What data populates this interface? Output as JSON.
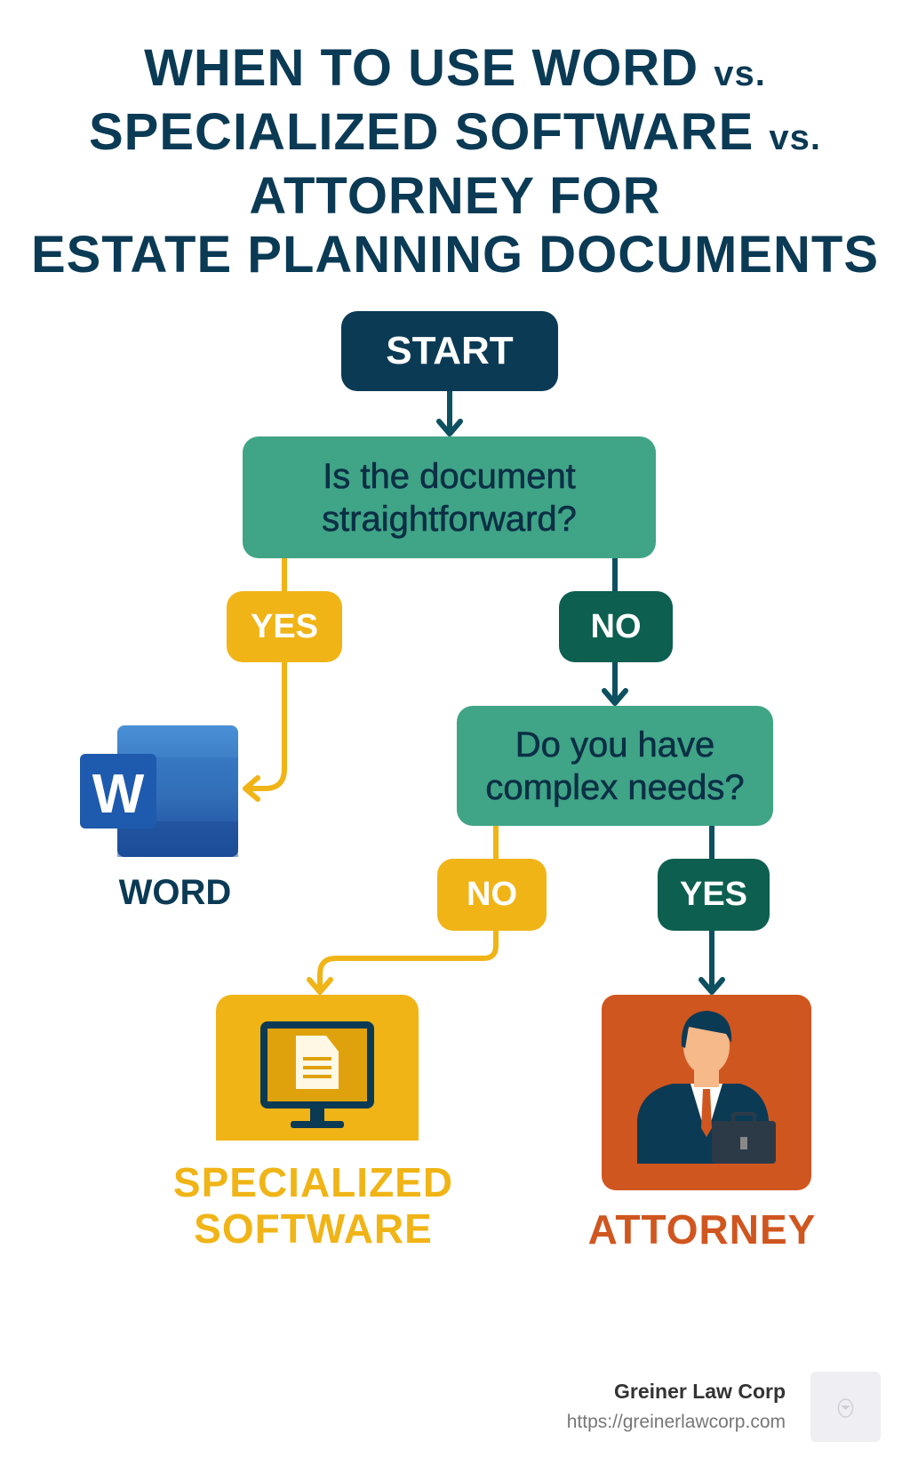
{
  "title": {
    "line1": "WHEN TO USE WORD",
    "line2": "SPECIALIZED SOFTWARE",
    "vs": "vs.",
    "line3": "ATTORNEY FOR",
    "line4": "ESTATE PLANNING DOCUMENTS"
  },
  "flow": {
    "start": "START",
    "question1": "Is the document straightforward?",
    "q1_yes": "YES",
    "q1_no": "NO",
    "question2": "Do you have complex needs?",
    "q2_no": "NO",
    "q2_yes": "YES",
    "outcome_word": "WORD",
    "outcome_software_line1": "SPECIALIZED",
    "outcome_software_line2": "SOFTWARE",
    "outcome_attorney": "ATTORNEY"
  },
  "footer": {
    "company": "Greiner Law Corp",
    "url": "https://greinerlawcorp.com"
  },
  "colors": {
    "navy": "#0b3a55",
    "teal": "#40a487",
    "dark_teal": "#0d5f50",
    "yellow": "#f0b417",
    "orange": "#d0561f",
    "word_blue": "#2b6cc4"
  }
}
